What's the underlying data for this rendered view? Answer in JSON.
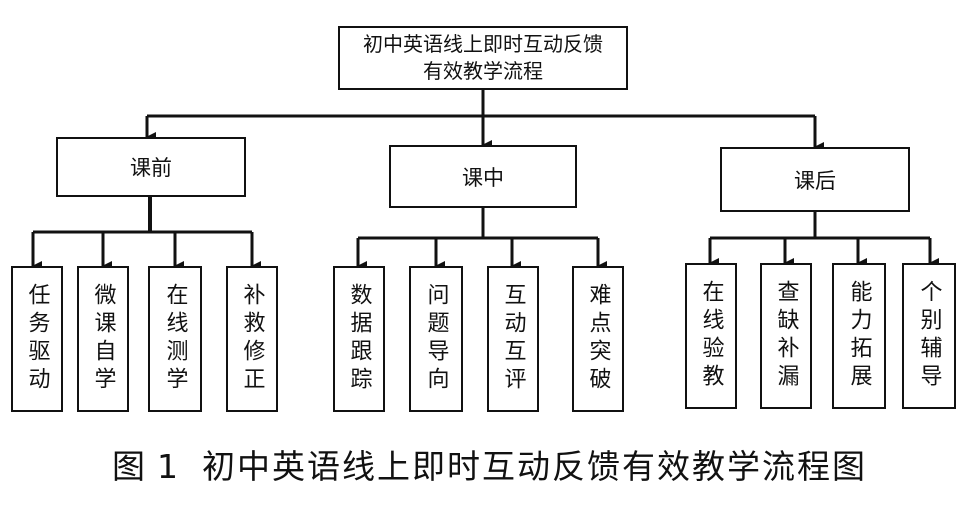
{
  "root": {
    "label": "初中英语线上即时互动反馈\n有效教学流程"
  },
  "phases": [
    {
      "id": "pre",
      "label": "课前",
      "steps": [
        "任务驱动",
        "微课自学",
        "在线测学",
        "补救修正"
      ]
    },
    {
      "id": "in",
      "label": "课中",
      "steps": [
        "数据跟踪",
        "问题导向",
        "互动互评",
        "难点突破"
      ]
    },
    {
      "id": "post",
      "label": "课后",
      "steps": [
        "在线验教",
        "查缺补漏",
        "能力拓展",
        "个别辅导"
      ]
    }
  ],
  "caption": {
    "prefix": "图",
    "number": "1",
    "title": "初中英语线上即时互动反馈有效教学流程图"
  }
}
